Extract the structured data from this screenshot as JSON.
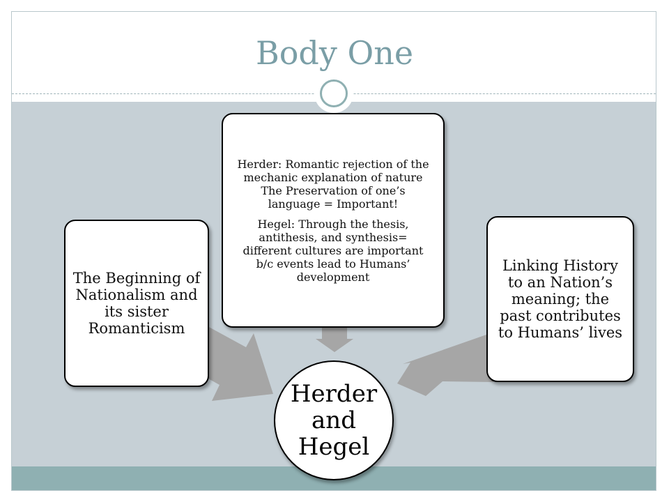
{
  "slide": {
    "title": "Body One"
  },
  "diagram": {
    "left_box": "The Beginning of Nationalism and its sister Romanticism",
    "top_box": {
      "paragraph_1": "Herder: Romantic rejection of the mechanic explanation of nature\nThe Preservation of one’s language = Important!",
      "paragraph_2": "Hegel: Through the thesis, antithesis, and synthesis= different cultures are important b/c  events lead to Humans’ development"
    },
    "right_box": "Linking History to an Nation’s meaning; the past contributes to Humans’ lives",
    "center_circle": "Herder and Hegel"
  },
  "colors": {
    "title": "#7a9ea6",
    "content_background": "#c6d0d6",
    "accent": "#8fb0b2",
    "arrow": "#a6a6a6"
  }
}
